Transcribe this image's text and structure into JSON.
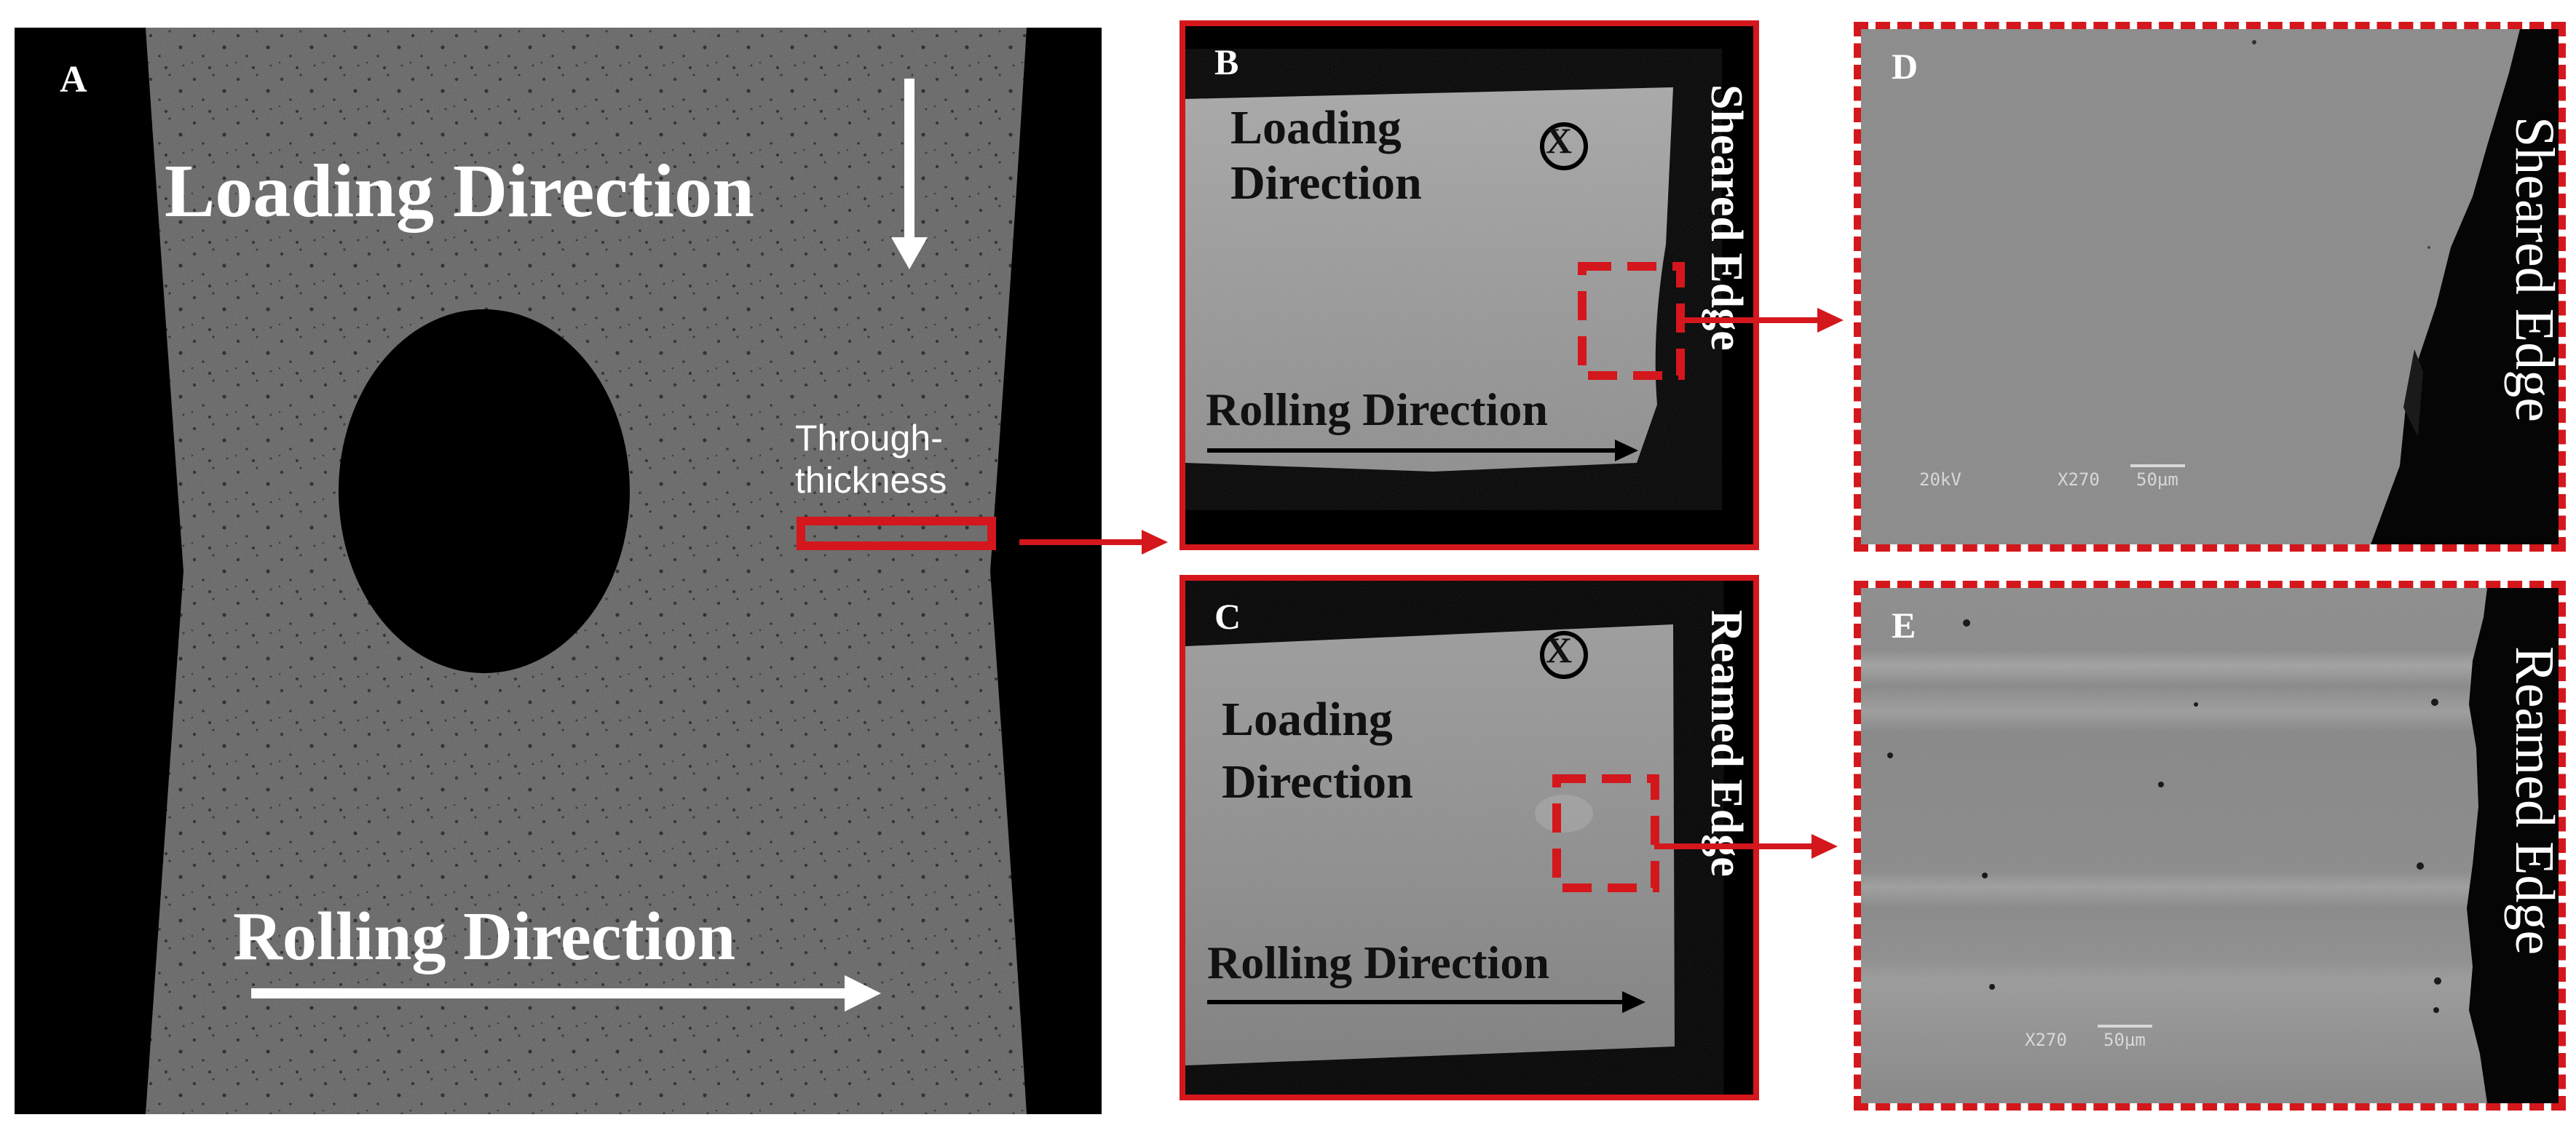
{
  "panel_a": {
    "letter": "A",
    "loading_direction": "Loading Direction",
    "rolling_direction": "Rolling Direction",
    "through_thickness": "Through-\nthickness"
  },
  "panel_b": {
    "letter": "B",
    "loading_direction": "Loading\nDirection",
    "out_of_plane_symbol": "X",
    "rolling_direction": "Rolling Direction",
    "edge_label": "Sheared Edge"
  },
  "panel_c": {
    "letter": "C",
    "loading_direction": "Loading\nDirection",
    "out_of_plane_symbol": "X",
    "rolling_direction": "Rolling Direction",
    "edge_label": "Reamed Edge"
  },
  "panel_d": {
    "letter": "D",
    "edge_label": "Sheared Edge",
    "sem_voltage": "20kV",
    "sem_magnification": "X270",
    "sem_scale": "50µm"
  },
  "panel_e": {
    "letter": "E",
    "edge_label": "Reamed Edge",
    "sem_magnification": "X270",
    "sem_scale": "50µm"
  },
  "colors": {
    "frame_red": "#d4171c",
    "specimen_gray": "#5e5e5e",
    "sem_gray": "#8a8a8a"
  }
}
